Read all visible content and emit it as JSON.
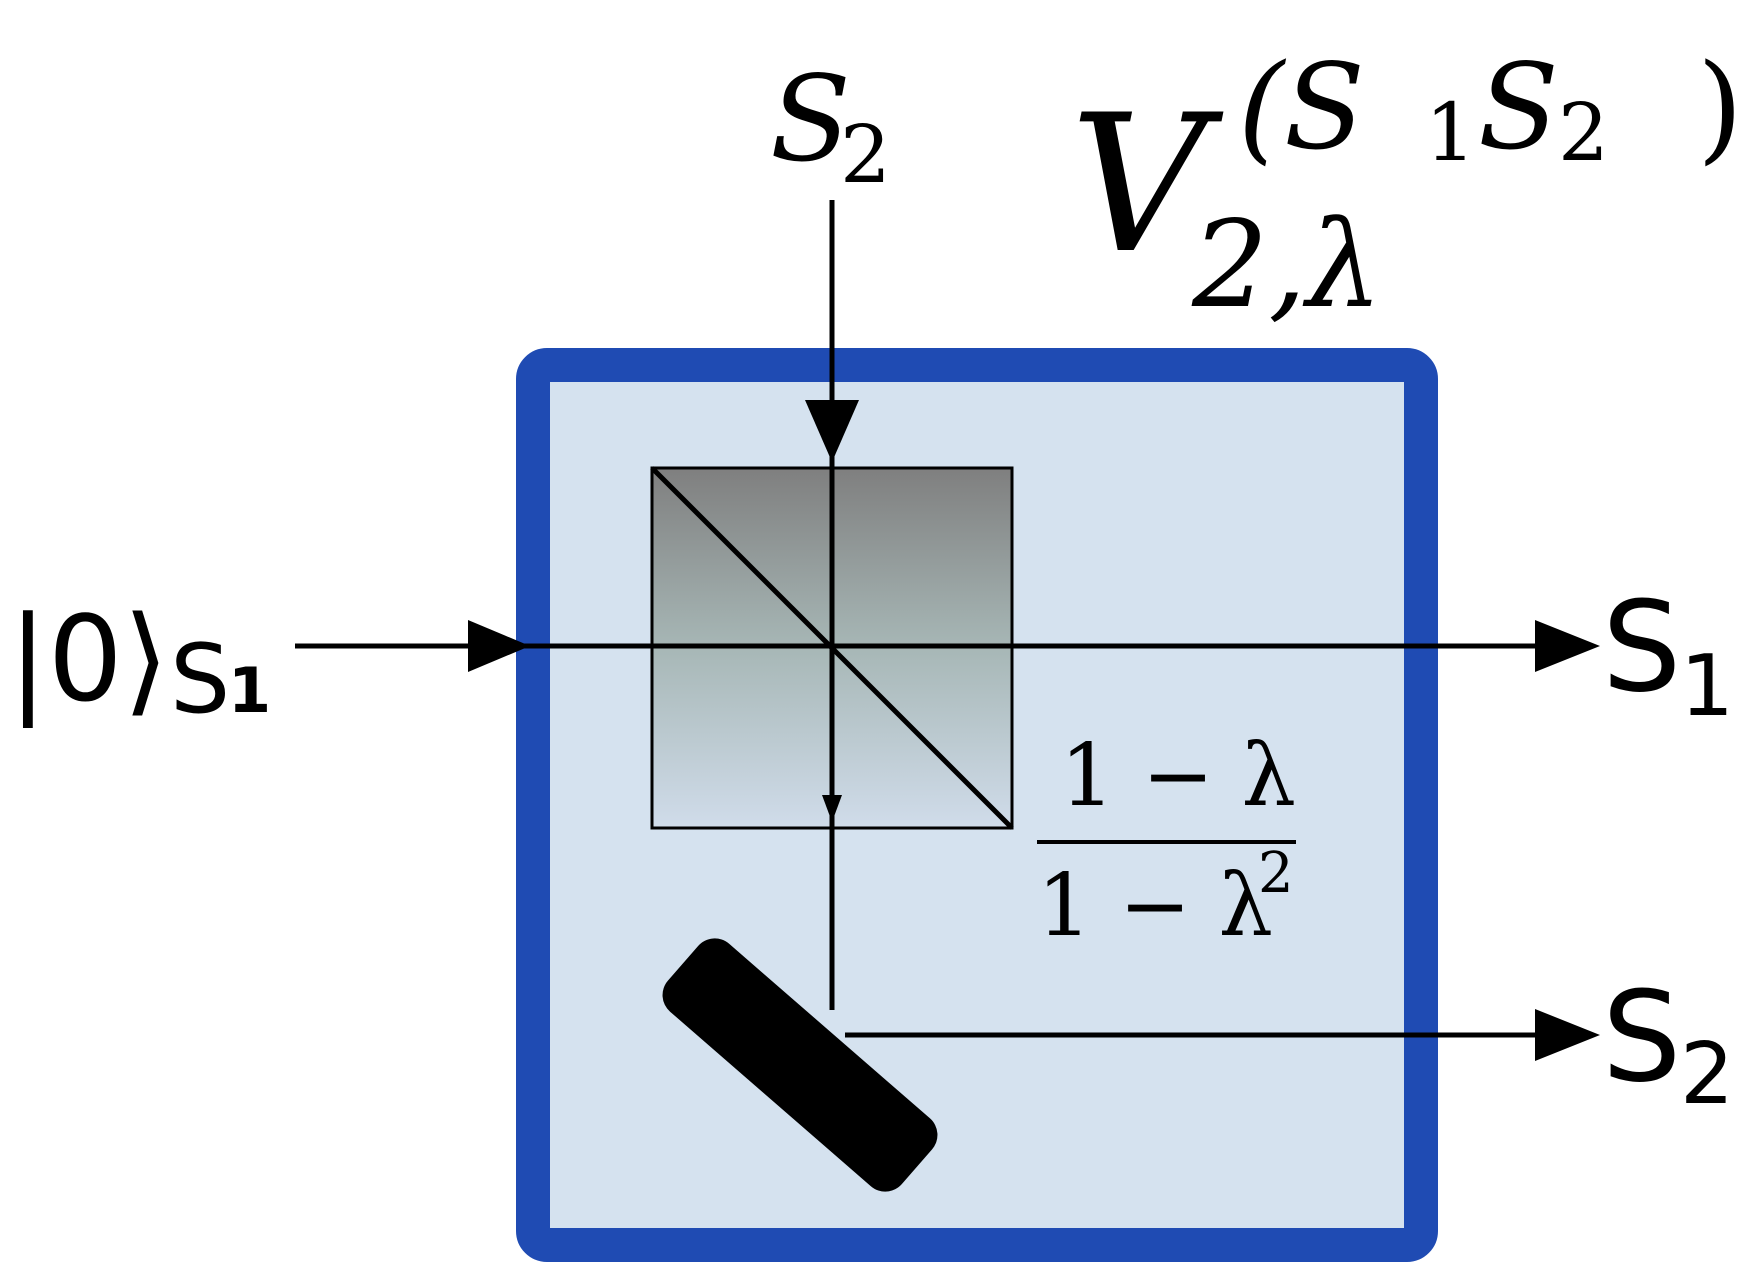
{
  "labels": {
    "input_state": "|0⟩",
    "input_subscript": "S",
    "input_subscript_index": "1",
    "top_input": "S",
    "top_input_index": "2",
    "gate_symbol": "V",
    "gate_subscript": "2,λ",
    "gate_superscript": "(S",
    "gate_superscript_i1": "1",
    "gate_superscript_mid": "S",
    "gate_superscript_i2": "2",
    "gate_superscript_close": ")",
    "output_1": "S",
    "output_1_index": "1",
    "output_2": "S",
    "output_2_index": "2",
    "ratio_numerator": "1 − λ",
    "ratio_denominator": "1 − λ",
    "ratio_denominator_exp": "2"
  },
  "colors": {
    "frame_border": "#1f4bb3",
    "frame_fill": "#d5e2ef",
    "splitter_top": "#7f7f7f",
    "splitter_mid": "#a7b7b6",
    "splitter_bottom": "#d0dcea",
    "mirror": "#000000",
    "beam": "#000000"
  }
}
